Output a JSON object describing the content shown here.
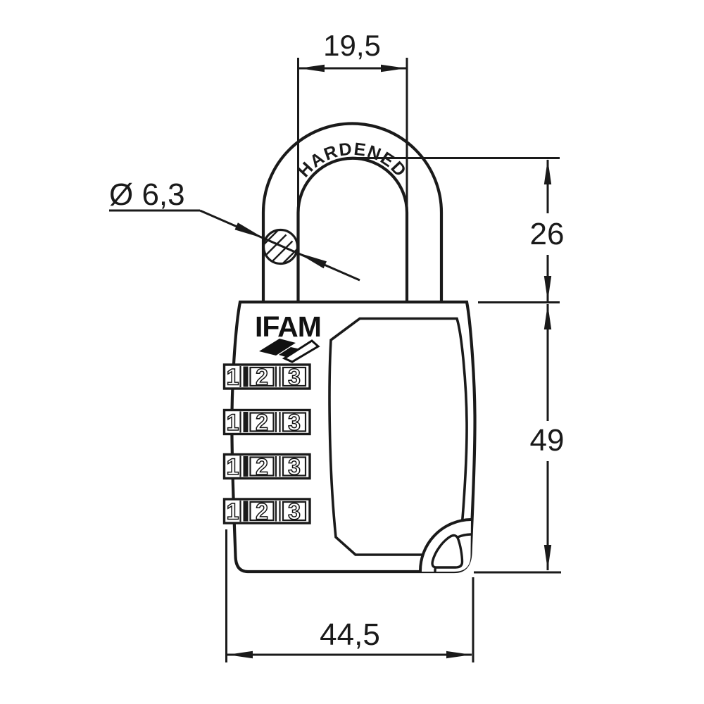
{
  "drawing": {
    "type": "technical-dimension-drawing",
    "brand": {
      "name": "IFAM"
    },
    "shackle": {
      "label": "HARDENED"
    },
    "dimensions": {
      "shackle_inner_width": "19,5",
      "shackle_diameter": "Ø 6,3",
      "shackle_clearance_height": "26",
      "body_height": "49",
      "body_width": "44,5"
    },
    "dials": {
      "rows": [
        {
          "digits": [
            "1",
            "2",
            "3"
          ]
        },
        {
          "digits": [
            "1",
            "2",
            "3"
          ]
        },
        {
          "digits": [
            "1",
            "2",
            "3"
          ]
        },
        {
          "digits": [
            "1",
            "2",
            "3"
          ]
        }
      ]
    },
    "colors": {
      "line": "#1a1a1a",
      "background": "#ffffff"
    }
  }
}
